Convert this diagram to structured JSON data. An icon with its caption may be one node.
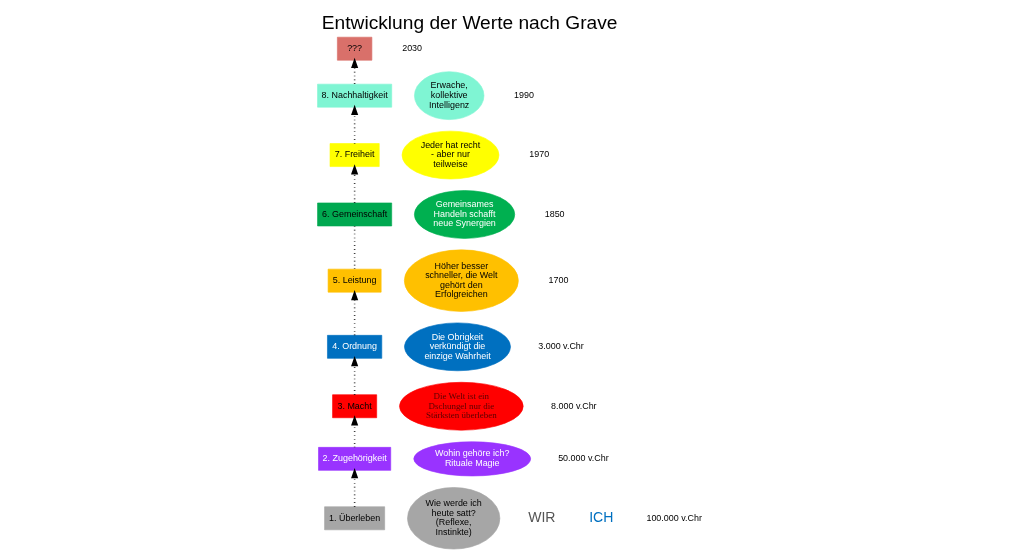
{
  "diagram": {
    "title": "Entwicklung der Werte nach Grave",
    "nodes": [
      {
        "text": [
          "???"
        ]
      },
      {
        "text": [
          "Erwache, kollektive Intelligenz"
        ]
      },
      {
        "text": [
          "8. Nachhaltigkeit"
        ]
      },
      {
        "text": [
          "7. Freiheit"
        ]
      },
      {
        "text": [
          "Jeder hat recht - aber nur teilweise"
        ]
      },
      {
        "text": [
          "Gemeinsames Handeln schafft neue Synergien"
        ]
      },
      {
        "text": [
          "6. Gemeinschaft"
        ]
      },
      {
        "text": [
          "5. Leistung"
        ]
      },
      {
        "text": [
          "Höher besser schneller, die Welt gehört den Erfolgreichen"
        ]
      },
      {
        "text": [
          "Die Obrigkeit verkündigt die einzige Wahrheit"
        ]
      },
      {
        "text": [
          "4. Ordnung"
        ]
      },
      {
        "text": [
          "3. Macht"
        ]
      },
      {
        "text": [
          "Die Welt ist ein Dschungel nur die Stärksten überleben"
        ]
      },
      {
        "text": [
          "Wohin gehöre ich? Rituale Magie"
        ]
      },
      {
        "text": [
          "2. Zugehörigkeit"
        ]
      },
      {
        "text": [
          "1. Überleben"
        ]
      },
      {
        "text": [
          "Wie werde ich heute satt? (Reflexe, Instinkte)"
        ]
      }
    ],
    "edges": [
      {
        "from": 15,
        "to": 14,
        "arrow": "to",
        "style": "dashed"
      },
      {
        "from": 14,
        "to": 11,
        "arrow": "to",
        "style": "dashed"
      },
      {
        "from": 11,
        "to": 10,
        "arrow": "to",
        "style": "dashed"
      },
      {
        "from": 10,
        "to": 7,
        "arrow": "to",
        "style": "dashed"
      },
      {
        "from": 7,
        "to": 6,
        "arrow": "none",
        "style": "dashed"
      },
      {
        "from": 6,
        "to": 3,
        "arrow": "to",
        "style": "dashed"
      },
      {
        "from": 3,
        "to": 2,
        "arrow": "to",
        "style": "dashed"
      },
      {
        "from": 2,
        "to": 0,
        "arrow": "to",
        "style": "dashed"
      }
    ],
    "labels": [
      "2030",
      "1990",
      "1970",
      "1850",
      "1700",
      "3.000 v.Chr",
      "8.000 v.Chr",
      "50.000 v.Chr",
      "WIR",
      "ICH",
      "100.000 v.Chr"
    ]
  }
}
